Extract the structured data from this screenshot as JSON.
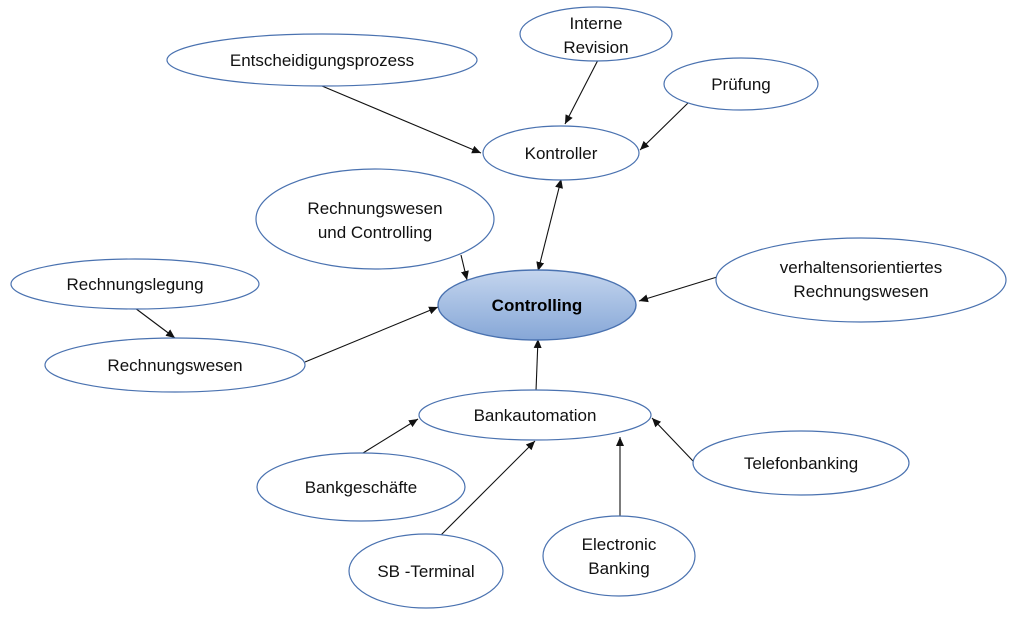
{
  "diagram": {
    "center": "Controlling",
    "nodes": {
      "entscheidung": "Entscheidigungsprozess",
      "interne_line1": "Interne",
      "interne_line2": "Revision",
      "pruefung": "Prüfung",
      "kontroller": "Kontroller",
      "rwc_line1": "Rechnungswesen",
      "rwc_line2": "und Controlling",
      "rechnungslegung": "Rechnungslegung",
      "rechnungswesen": "Rechnungswesen",
      "verhalten_line1": "verhaltensorientiertes",
      "verhalten_line2": "Rechnungswesen",
      "bankautomation": "Bankautomation",
      "bankgeschaefte": "Bankgeschäfte",
      "sb_terminal": "SB -Terminal",
      "electronic_line1": "Electronic",
      "electronic_line2": "Banking",
      "telefonbanking": "Telefonbanking"
    },
    "colors": {
      "node_border": "#4a72b0",
      "center_fill_top": "#b9cdea",
      "center_fill_bottom": "#7fa2d4",
      "arrow": "#111111"
    }
  }
}
